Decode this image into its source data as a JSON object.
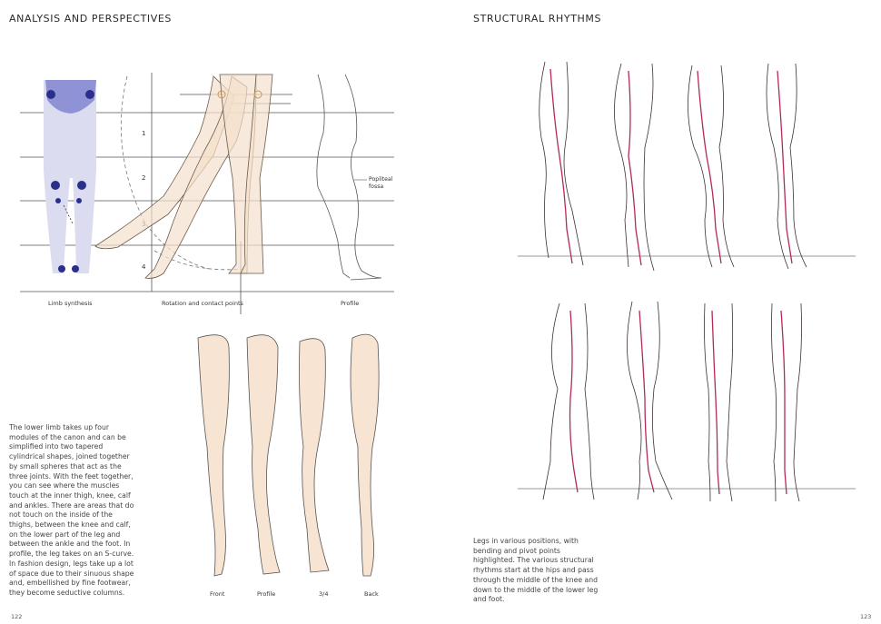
{
  "left_page": {
    "heading": "ANALYSIS AND PERSPECTIVES",
    "diagram": {
      "module_numbers": [
        "1",
        "2",
        "3",
        "4"
      ],
      "annotation": "Popliteal fossa",
      "captions": {
        "limb_synthesis": "Limb synthesis",
        "rotation": "Rotation and contact points",
        "profile": "Profile"
      }
    },
    "views": {
      "front": "Front",
      "profile": "Profile",
      "three_quarter": "3/4",
      "back": "Back"
    },
    "body_text": "The lower limb takes up four modules of the canon and can be simplified into two tapered cylindrical shapes, joined together by small spheres that act as the three joints. With the feet together, you can see where the muscles touch at the inner thigh, knee, calf and ankles. There are areas that do not touch on the inside of the thighs, between the knee and calf, on the lower part of the leg and between the ankle and the foot. In profile, the leg takes on an S-curve. In fashion design, legs take up a lot of space due to their sinuous shape and, embellished by fine footwear, they become seductive columns.",
    "page_number": "122"
  },
  "right_page": {
    "heading": "STRUCTURAL RHYTHMS",
    "body_text": "Legs in various positions, with bending and pivot points highlighted. The various structural rhythms start at the hips and pass through the middle of the knee and down to the middle of the lower leg and foot.",
    "page_number": "123"
  },
  "colors": {
    "limb_fill": "#dcdcf0",
    "joint": "#2b2f8c",
    "hip_block": "#8f93d6",
    "skin": "#f8e4d2",
    "rhythm_line": "#b02a5c",
    "sketch_line": "#3b3030"
  }
}
